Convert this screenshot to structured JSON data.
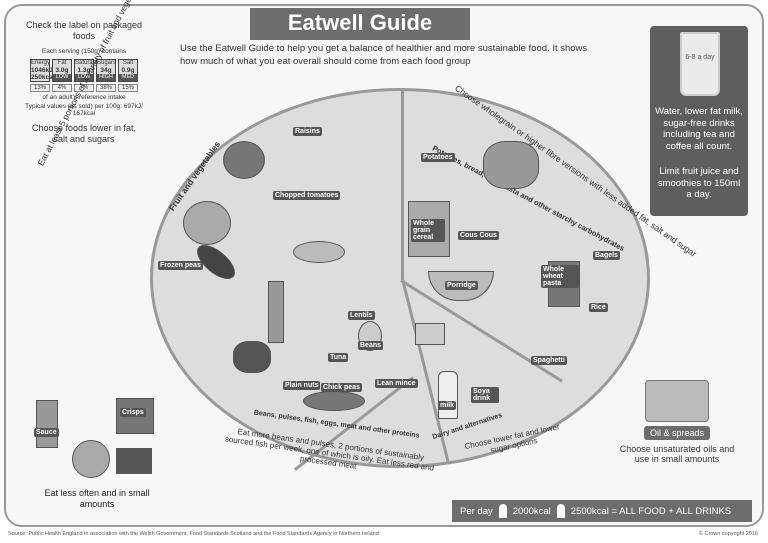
{
  "title": "Eatwell Guide",
  "intro": "Use the Eatwell Guide to help you get a balance of healthier and more sustainable food. It shows how much of what you eat overall should come from each food group",
  "label": {
    "heading": "Check the label on packaged foods",
    "serving": "Each serving (150g) contains",
    "cells": [
      {
        "name": "Energy",
        "value": "1046kJ 250kcal",
        "level": ""
      },
      {
        "name": "Fat",
        "value": "3.0g",
        "level": "LOW"
      },
      {
        "name": "Saturates",
        "value": "1.3g",
        "level": "LOW"
      },
      {
        "name": "Sugars",
        "value": "34g",
        "level": "HIGH"
      },
      {
        "name": "Salt",
        "value": "0.9g",
        "level": "MED"
      }
    ],
    "percents": [
      "13%",
      "4%",
      "7%",
      "38%",
      "15%"
    ],
    "reference": "of an adult's reference intake",
    "typical": "Typical values (as sold) per 100g: 697kJ/ 167kcal",
    "footer": "Choose foods lower in fat, salt and sugars"
  },
  "water": {
    "quantity": "6-8 a day",
    "text1": "Water, lower fat milk, sugar-free drinks including tea and coffee all count.",
    "text2": "Limit fruit juice and smoothies to 150ml a day."
  },
  "segments": {
    "fruit_veg": {
      "title": "Fruit and vegetables",
      "curve": "Eat at least 5 portions of a variety of fruit and vegetables every day",
      "items": [
        "Raisins",
        "Chopped tomatoes",
        "Frozen peas"
      ]
    },
    "starchy": {
      "title": "Potatoes, bread, rice, pasta and other starchy carbohydrates",
      "curve": "Choose wholegrain or higher fibre versions with less added fat, salt and sugar",
      "items": [
        "Potatoes",
        "Whole grain cereal",
        "Cous Cous",
        "Porridge",
        "Bagels",
        "Whole wheat pasta",
        "Rice",
        "Spaghetti"
      ]
    },
    "protein": {
      "title": "Beans, pulses, fish, eggs, meat and other proteins",
      "curve": "Eat more beans and pulses, 2 portions of sustainably sourced fish per week, one of which is oily. Eat less red and processed meat",
      "items": [
        "Lentils",
        "Beans",
        "Tuna",
        "Plain nuts",
        "Chick peas",
        "Lean mince"
      ]
    },
    "dairy": {
      "title": "Dairy and alternatives",
      "curve": "Choose lower fat and lower sugar options",
      "items": [
        "milk",
        "Soya drink"
      ]
    }
  },
  "oils": {
    "badge": "Oil & spreads",
    "text": "Choose unsaturated oils and use in small amounts"
  },
  "snacks": {
    "items": [
      "Sauce",
      "Crisps"
    ],
    "text": "Eat less often and in small amounts"
  },
  "bottom": {
    "per_day": "Per day",
    "women": "2000kcal",
    "men": "2500kcal = ALL FOOD + ALL DRINKS"
  },
  "source": "Source: Public Health England in association with the Welsh Government, Food Standards Scotland and the Food Standards Agency in Northern Ireland",
  "copyright": "© Crown copyright 2016"
}
